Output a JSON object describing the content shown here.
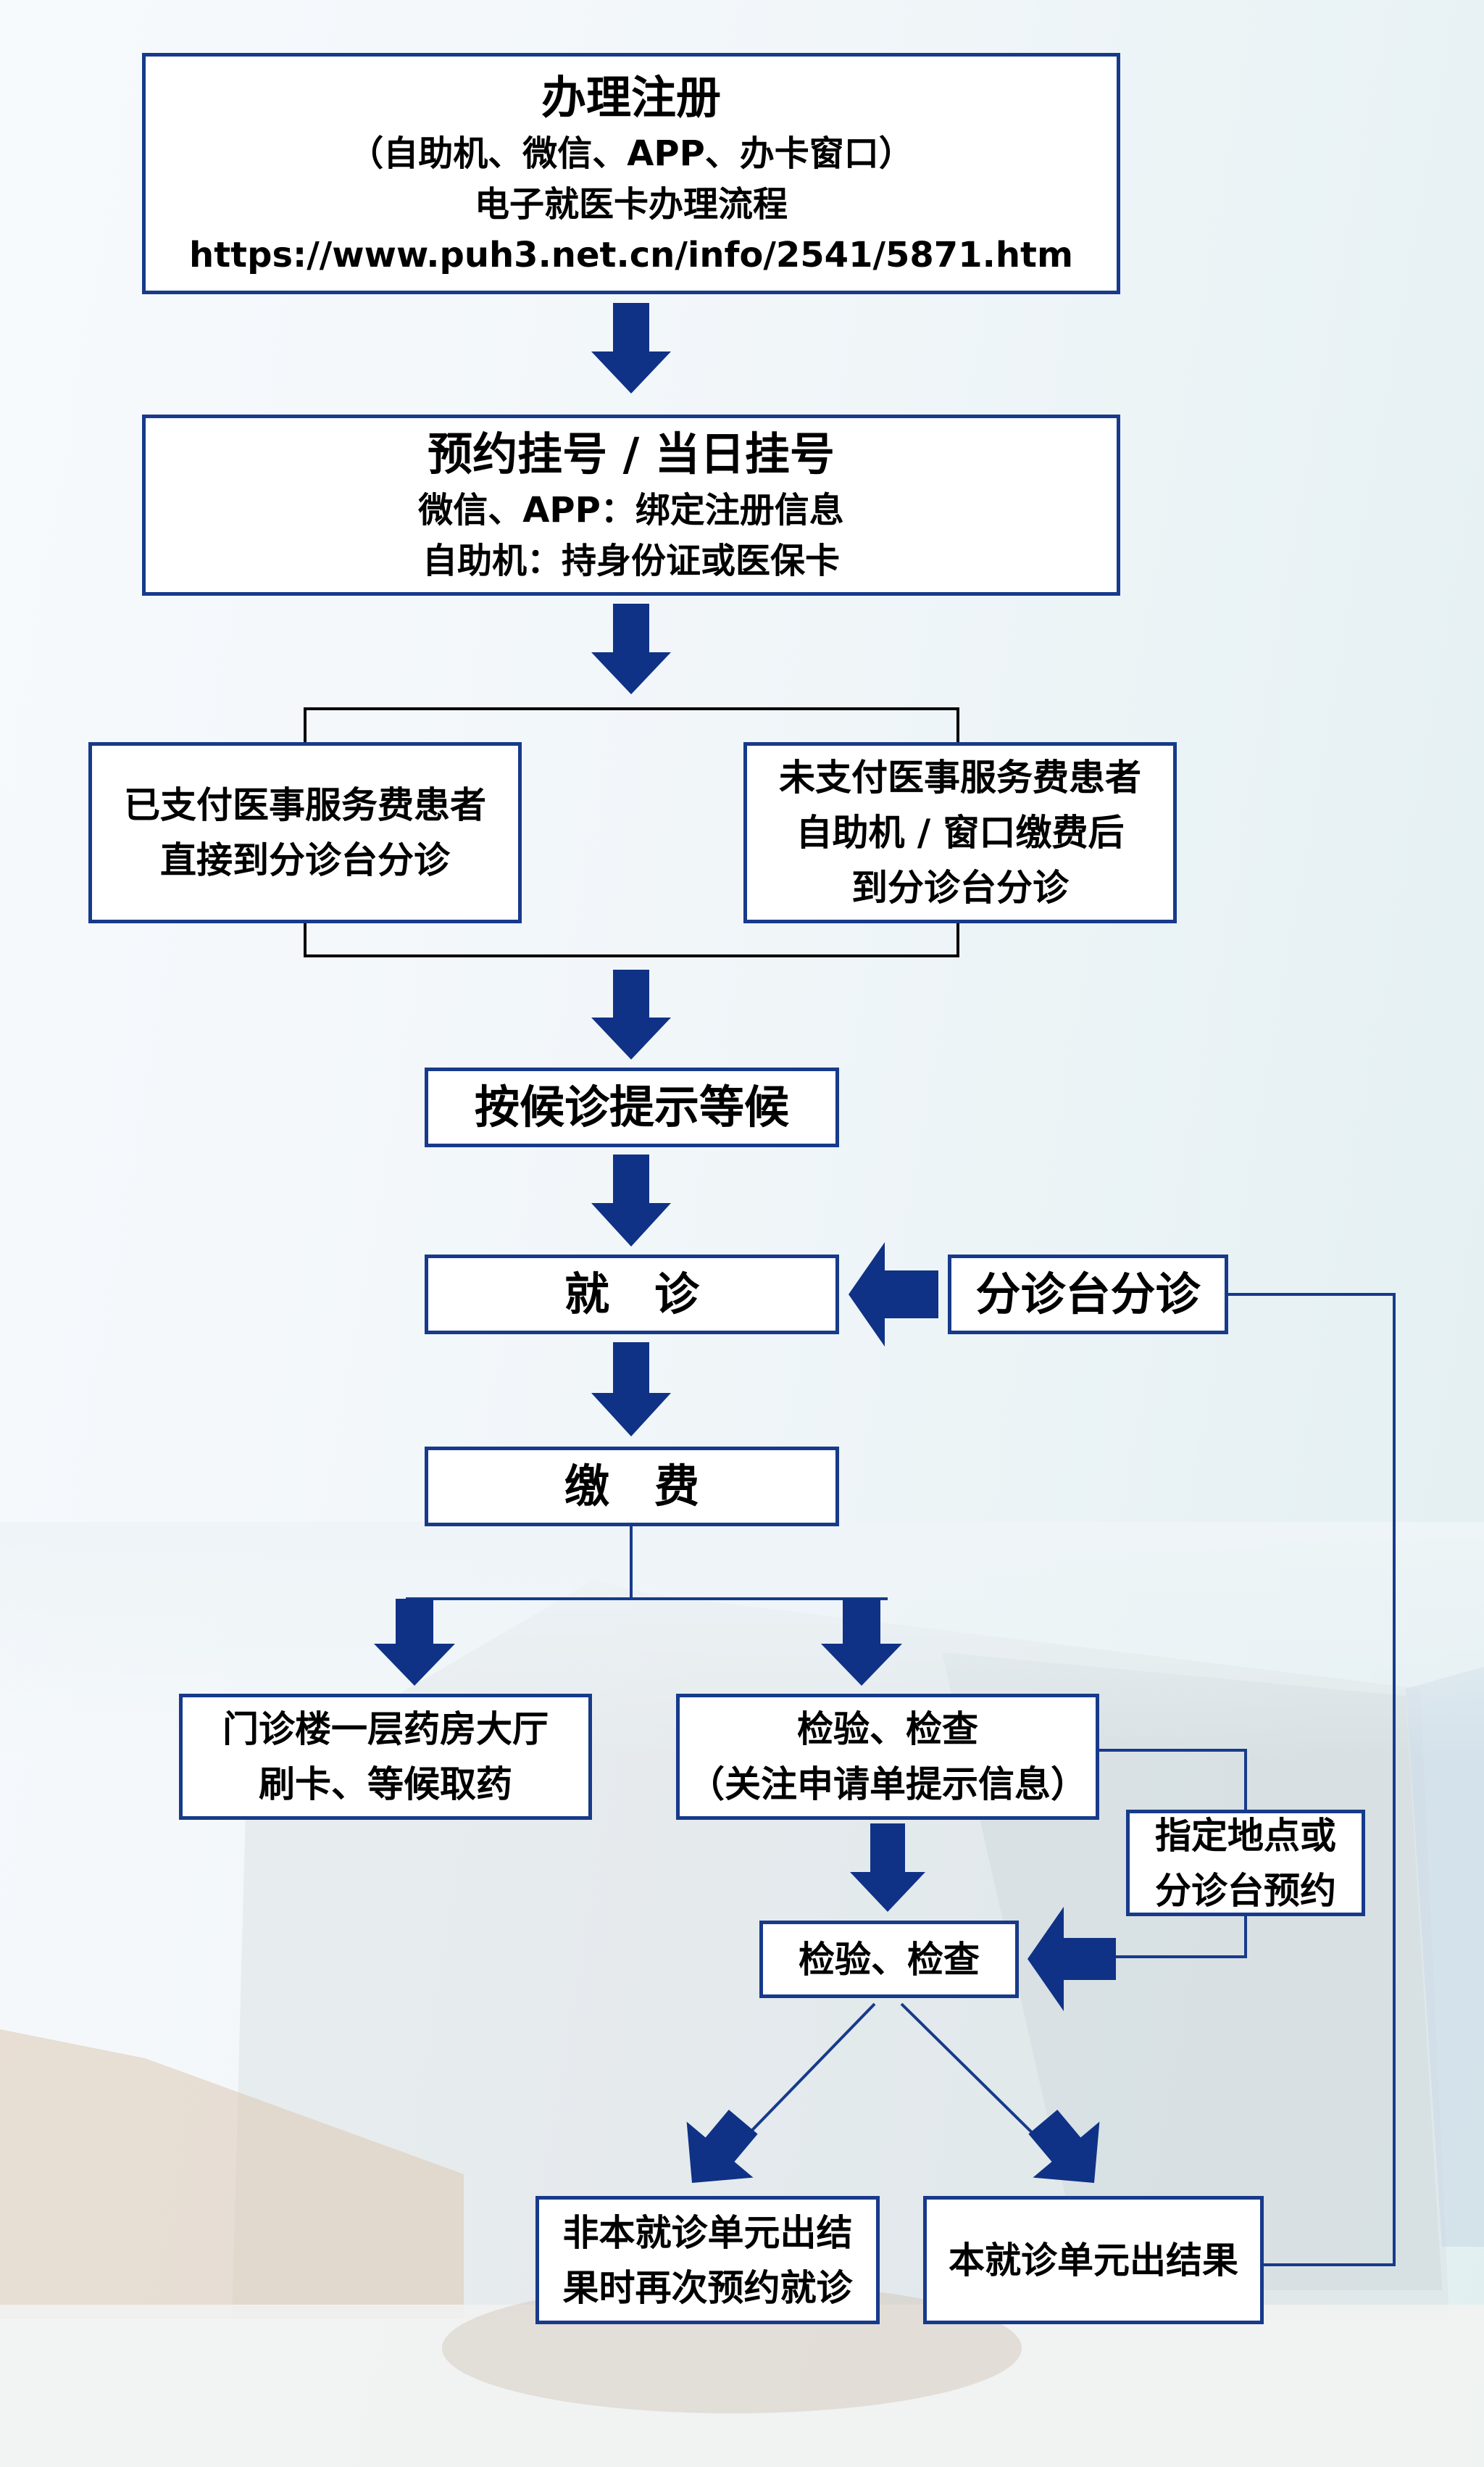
{
  "colors": {
    "box_border": "#173a8a",
    "arrow_fill": "#0f3286",
    "connector": "#173a8a",
    "split_connector": "#000000",
    "box_fill": "#ffffff",
    "text": "#000000"
  },
  "flowchart": {
    "register": {
      "title": "办理注册",
      "channels": "（自助机、微信、APP、办卡窗口）",
      "subtitle": "电子就医卡办理流程",
      "url": "https://www.puh3.net.cn/info/2541/5871.htm"
    },
    "appointment": {
      "title": "预约挂号 / 当日挂号",
      "line1": "微信、APP：绑定注册信息",
      "line2": "自助机：持身份证或医保卡"
    },
    "paid": {
      "line1": "已支付医事服务费患者",
      "line2": "直接到分诊台分诊"
    },
    "unpaid": {
      "line1": "未支付医事服务费患者",
      "line2": "自助机 / 窗口缴费后",
      "line3": "到分诊台分诊"
    },
    "wait": {
      "label": "按候诊提示等候"
    },
    "consult": {
      "label": "就　诊"
    },
    "triage": {
      "label": "分诊台分诊"
    },
    "payment": {
      "label": "缴　费"
    },
    "pharmacy": {
      "line1": "门诊楼一层药房大厅",
      "line2": "刷卡、等候取药"
    },
    "exam_request": {
      "line1": "检验、检查",
      "line2": "（关注申请单提示信息）"
    },
    "appointment_location": {
      "line1": "指定地点或",
      "line2": "分诊台预约"
    },
    "exam": {
      "label": "检验、检查"
    },
    "other_unit_result": {
      "line1": "非本就诊单元出结",
      "line2": "果时再次预约就诊"
    },
    "same_unit_result": {
      "label": "本就诊单元出结果"
    }
  },
  "icons": {
    "flow_arrow": "down-arrow-icon",
    "return_arrow": "left-arrow-icon",
    "branch_arrow": "diagonal-arrow-icon"
  }
}
